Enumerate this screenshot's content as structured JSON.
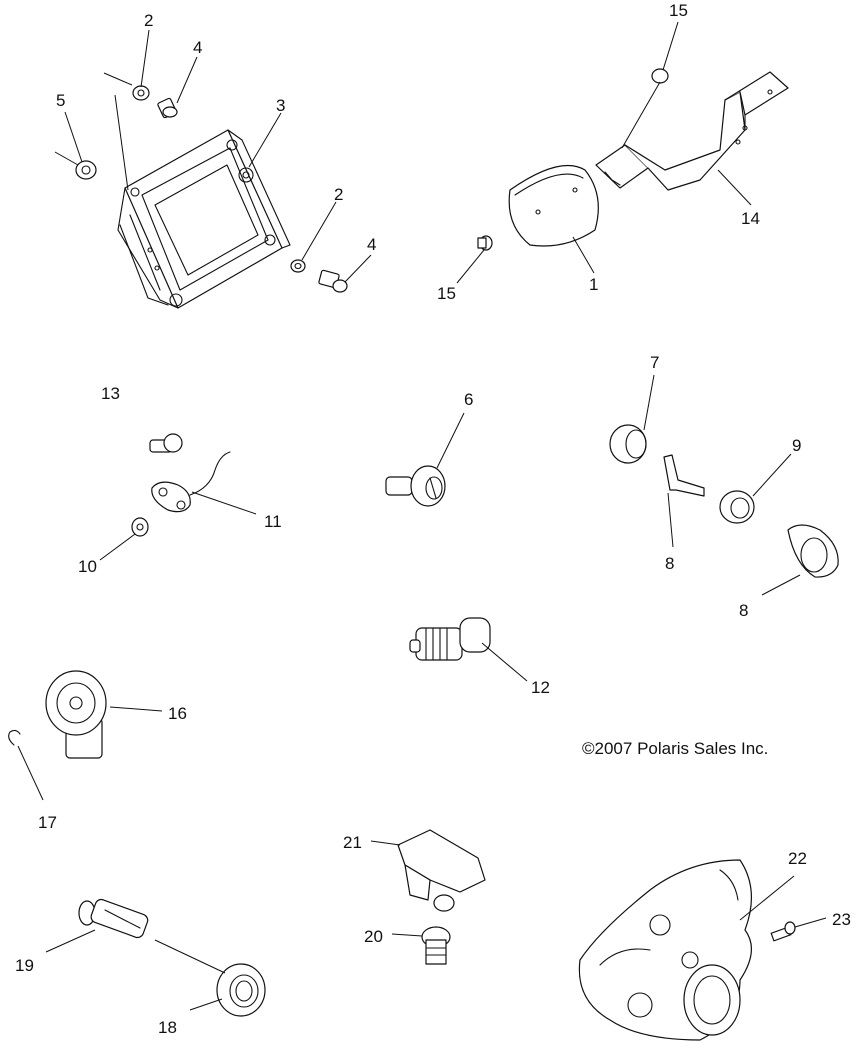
{
  "diagram": {
    "copyright": "©2007 Polaris Sales Inc.",
    "callouts": [
      "1",
      "2",
      "3",
      "4",
      "5",
      "6",
      "7",
      "8",
      "9",
      "10",
      "11",
      "12",
      "13",
      "14",
      "15",
      "16",
      "17",
      "18",
      "19",
      "20",
      "21",
      "22",
      "23"
    ]
  }
}
